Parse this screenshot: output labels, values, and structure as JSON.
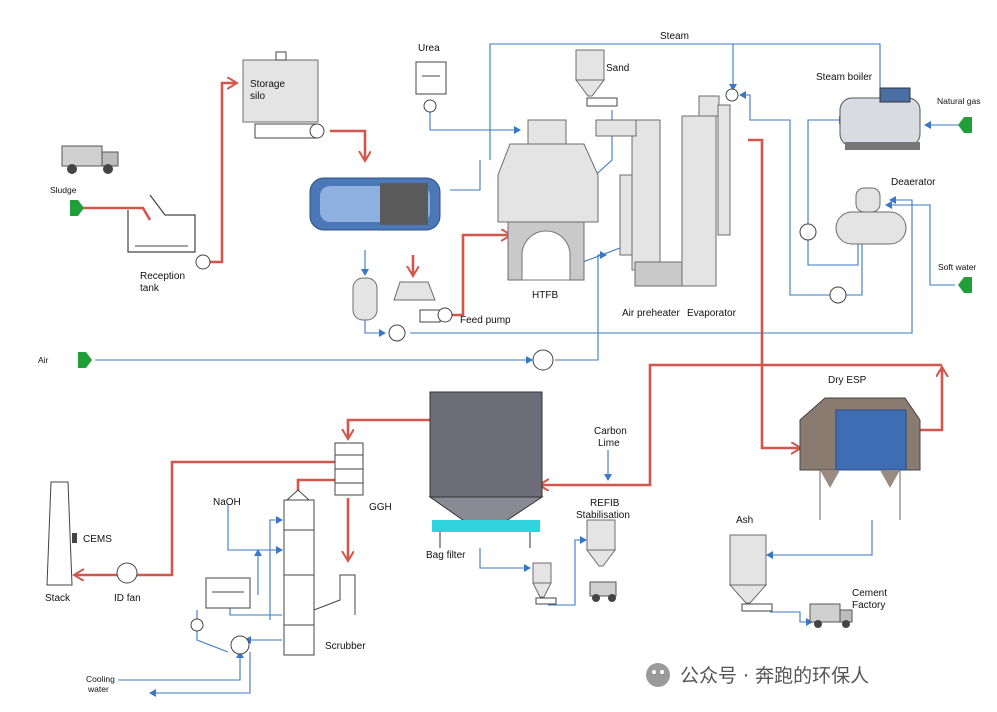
{
  "labels": {
    "sludge": "Sludge",
    "reception_tank_1": "Reception",
    "reception_tank_2": "tank",
    "storage_silo_1": "Storage",
    "storage_silo_2": "silo",
    "urea": "Urea",
    "sand": "Sand",
    "steam": "Steam",
    "steam_boiler": "Steam boiler",
    "natural_gas": "Natural gas",
    "deaerator": "Deaerator",
    "soft_water": "Soft water",
    "htfb": "HTFB",
    "feed_pump": "Feed pump",
    "air_preheater": "Air preheater",
    "evaporator": "Evaporator",
    "air": "Air",
    "dry_esp": "Dry ESP",
    "carbon_1": "Carbon",
    "carbon_2": "Lime",
    "refib_1": "REFIB",
    "refib_2": "Stabilisation",
    "bag_filter": "Bag filter",
    "ggh": "GGH",
    "naoh": "NaOH",
    "cems": "CEMS",
    "stack": "Stack",
    "id_fan": "ID fan",
    "scrubber": "Scrubber",
    "cooling_water_1": "Cooling",
    "cooling_water_2": "water",
    "ash": "Ash",
    "cement_1": "Cement",
    "cement_2": "Factory",
    "watermark": "公众号 · 奔跑的环保人"
  },
  "colors": {
    "flue_gas_line": "#d2574a",
    "utility_line": "#3a78c6",
    "inlet_arrow": "#1f9e3a",
    "equipment_grey": "#e4e4e4"
  }
}
